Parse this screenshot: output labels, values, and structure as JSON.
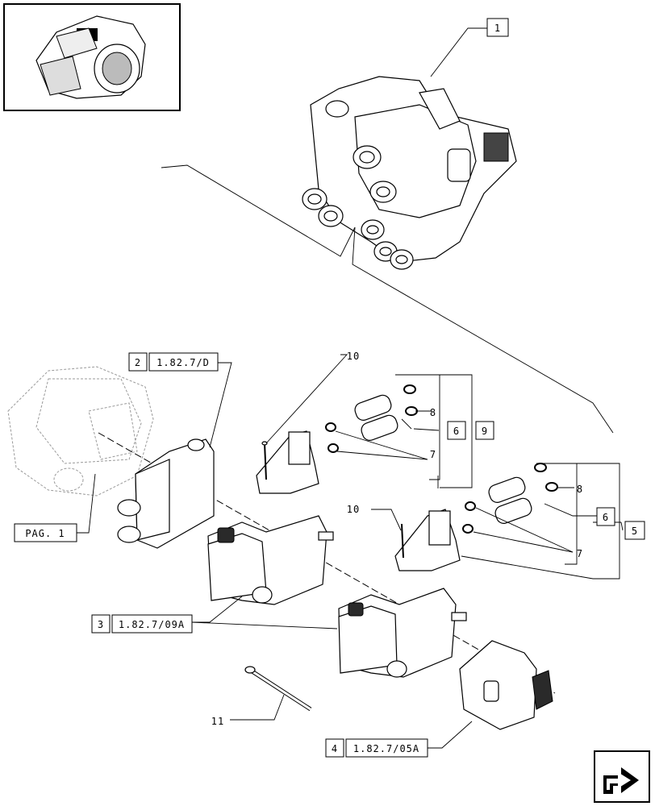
{
  "callouts": {
    "c1": "1",
    "c2_num": "2",
    "c2_ref": "1.82.7/D",
    "c3_num": "3",
    "c3_ref": "1.82.7/09A",
    "c4_num": "4",
    "c4_ref": "1.82.7/05A",
    "c5": "5",
    "c6a": "6",
    "c6b": "6",
    "c7a": "7",
    "c7b": "7",
    "c8a": "8",
    "c8b": "8",
    "c9": "9",
    "c10a": "10",
    "c10b": "10",
    "c11": "11",
    "pag": "PAG. 1"
  },
  "icons": {
    "thumbnail": "tractor-rear-housing-thumbnail",
    "next": "next-page-arrow-icon"
  }
}
